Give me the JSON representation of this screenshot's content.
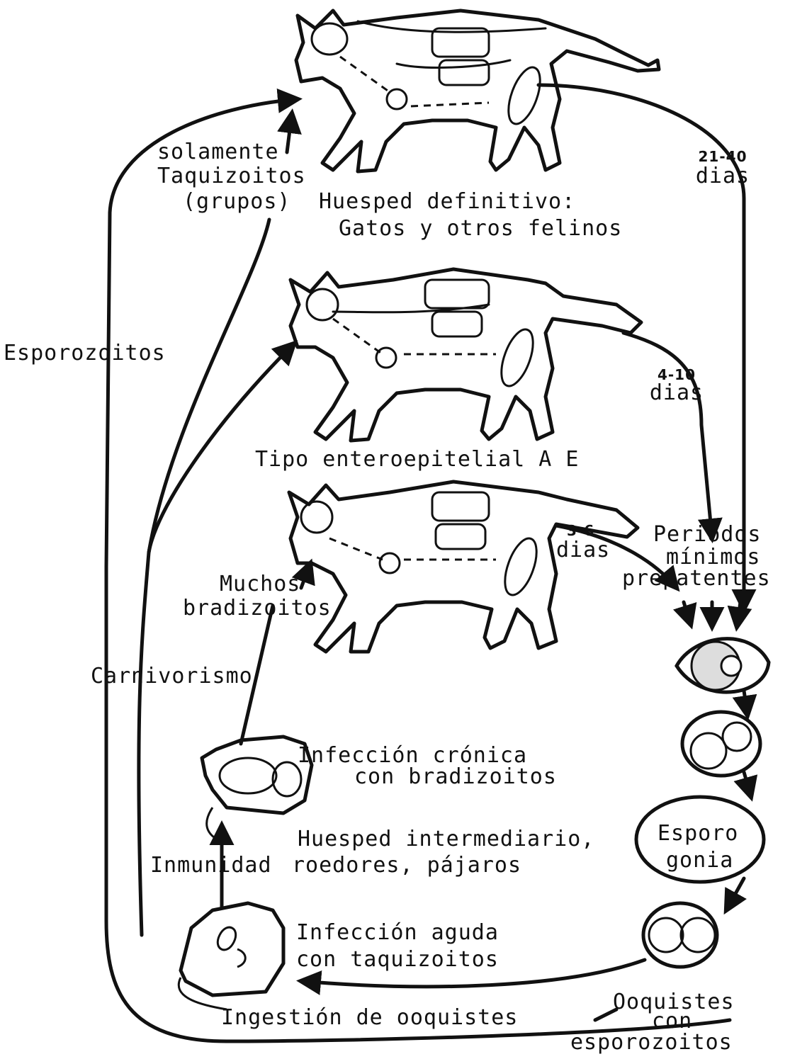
{
  "labels": {
    "solamente": "solamente",
    "taquizoitos": "Taquizoitos",
    "grupos": "(grupos)",
    "huesped_def": "Huesped definitivo:",
    "gatos": "Gatos y otros felinos",
    "d2140_num": "21-40",
    "d2140_dias": "dias",
    "esporozoitos_left": "Esporozoitos",
    "d410_num": "4-10",
    "d410_dias": "dias",
    "tipo": "Tipo enteroepitelial A E",
    "d36_num": "3-6",
    "d36_dias": "dias",
    "periodos": "Periodos",
    "minimos": "mínimos",
    "prepatentes": "prepatentes",
    "muchos": "Muchos",
    "bradizoitos": "bradizoitos",
    "carnivorismo": "Carnivorismo",
    "infeccion_cronica": "Infección crónica",
    "con_bradizoitos": "con bradizoitos",
    "huesped_inter": "Huesped intermediario,",
    "roedores": "roedores, pájaros",
    "esporo": "Esporo",
    "gonia": "gonia",
    "inmunidad": "Inmunidad",
    "infeccion_aguda": "Infección aguda",
    "con_taquizoitos": "con taquizoitos",
    "ingestion": "Ingestión de ooquistes",
    "ooquistes": "Ooquistes",
    "con": "con",
    "esporozoitos_bottom": "esporozoitos"
  }
}
